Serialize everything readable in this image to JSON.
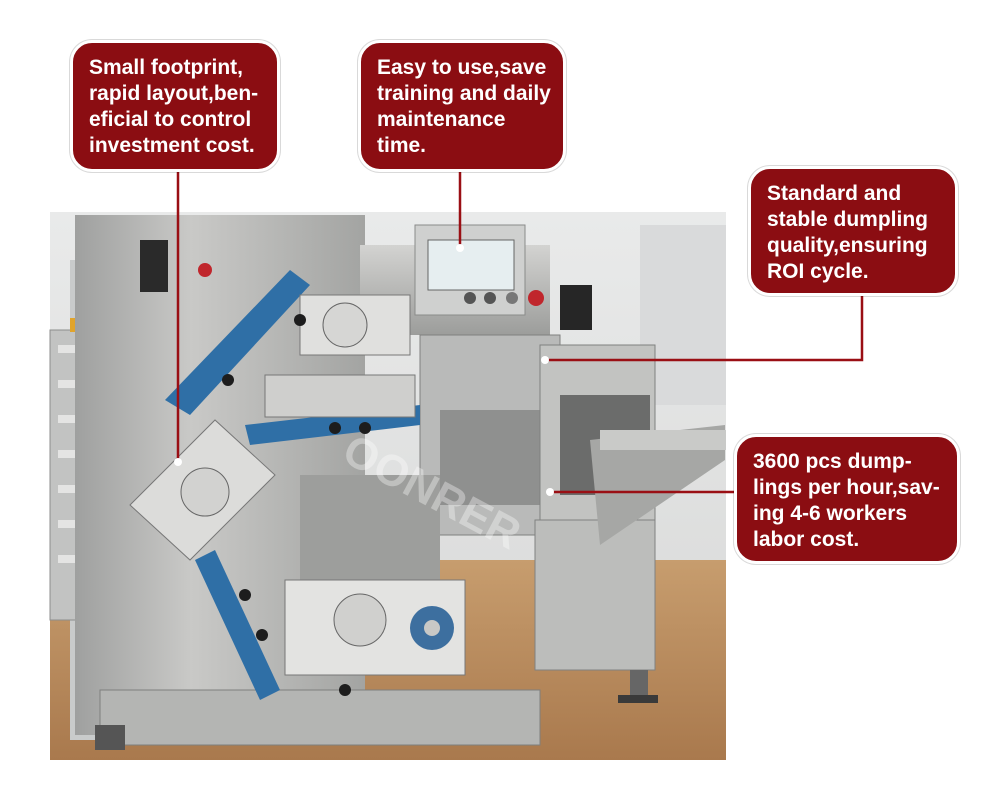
{
  "colors": {
    "callout_fill": "#8b0d12",
    "callout_border": "#ffffff",
    "leader_line": "#9a0f14",
    "machine_steel": "#b8b8b6",
    "belt_blue": "#2f6fa6",
    "floor": "#b58a5e"
  },
  "callouts": [
    {
      "id": "footprint",
      "lines": [
        "Small footprint,",
        "rapid layout,ben-",
        "eficial to control",
        "investment cost."
      ]
    },
    {
      "id": "easy-use",
      "lines": [
        "Easy to use,save",
        "training and daily",
        "maintenance",
        "time."
      ]
    },
    {
      "id": "quality",
      "lines": [
        "Standard and",
        "stable dumpling",
        "quality,ensuring",
        "ROI cycle."
      ]
    },
    {
      "id": "capacity",
      "lines": [
        "3600 pcs dump-",
        "lings per hour,sav-",
        "ing 4-6 workers",
        "labor cost."
      ]
    }
  ],
  "watermark": "OONRER"
}
